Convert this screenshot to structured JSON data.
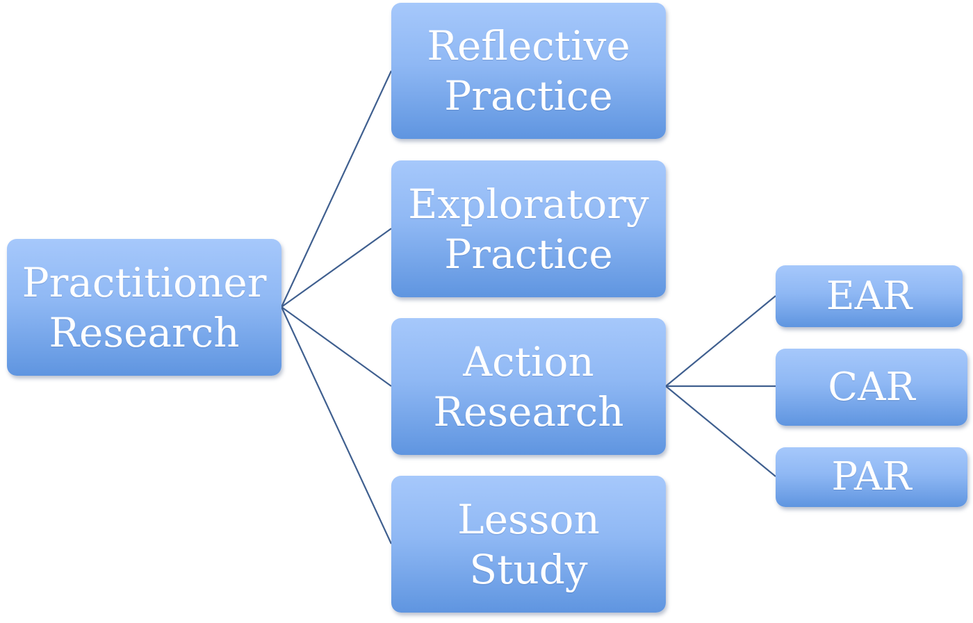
{
  "diagram": {
    "root": {
      "line1": "Practitioner",
      "line2": "Research"
    },
    "children": [
      {
        "line1": "Reflective",
        "line2": "Practice"
      },
      {
        "line1": "Exploratory",
        "line2": "Practice"
      },
      {
        "line1": "Action",
        "line2": "Research"
      },
      {
        "line1": "Lesson",
        "line2": "Study"
      }
    ],
    "action_research_children": [
      {
        "label": "EAR"
      },
      {
        "label": "CAR"
      },
      {
        "label": "PAR"
      }
    ],
    "colors": {
      "box_top": "#a6c8fb",
      "box_bottom": "#5f95e0",
      "connector": "#3f5f8f",
      "text": "#ffffff"
    }
  }
}
